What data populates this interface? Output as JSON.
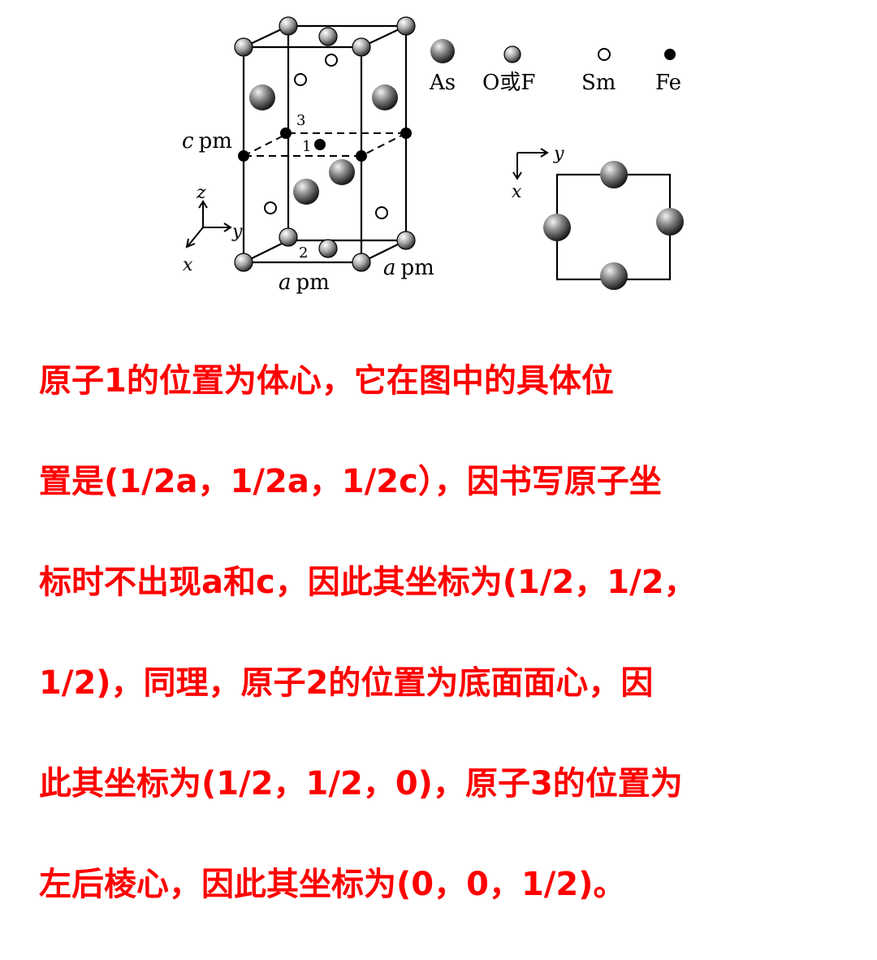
{
  "legend": [
    {
      "symbol": "large-gray-sphere",
      "label": "As"
    },
    {
      "symbol": "medium-gray-sphere",
      "label": "O或F"
    },
    {
      "symbol": "small-open-circle",
      "label": "Sm"
    },
    {
      "symbol": "small-black-dot",
      "label": "Fe"
    }
  ],
  "unit_cell": {
    "c_label": "c",
    "a_label_bottom": "a",
    "a_label_side": "a",
    "unit": "pm",
    "atom_labels": [
      "1",
      "2",
      "3"
    ]
  },
  "axes_3d": {
    "z": "z",
    "y": "y",
    "x": "x"
  },
  "axes_2d": {
    "y": "y",
    "x": "x"
  },
  "explanation_lines": [
    "  原子1的位置为体心，它在图中的具体位",
    "置是(1/2a，1/2a，1/2c），因书写原子坐",
    "标时不出现a和c，因此其坐标为(1/2，1/2，",
    "1/2)，同理，原子2的位置为底面面心，因",
    "此其坐标为(1/2，1/2，0)，原子3的位置为",
    "左后棱心，因此其坐标为(0，0，1/2)。"
  ],
  "colors": {
    "text": "#ff0000",
    "line": "#000000",
    "sphere": "#666666"
  }
}
